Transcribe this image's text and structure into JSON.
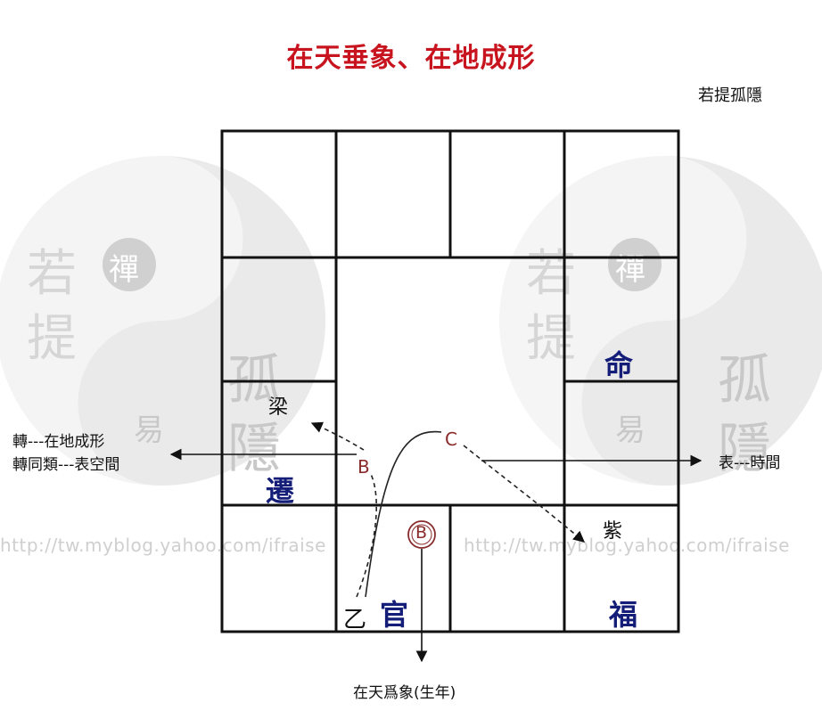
{
  "title": "在天垂象、在地成形",
  "author": "若提孤隱",
  "watermark": {
    "chars_left": [
      "若",
      "提"
    ],
    "chars_right": [
      "若",
      "提"
    ],
    "seal": "禪",
    "big_left": [
      "孤",
      "隱"
    ],
    "big_right": [
      "孤",
      "隱"
    ],
    "small": "易",
    "url_left": "http://tw.myblog.yahoo.com/ifraise",
    "url_right": "http://tw.myblog.yahoo.com/ifraise"
  },
  "palaces": {
    "ming": "命",
    "qian": "遷",
    "guan": "官",
    "fu": "福"
  },
  "stars": {
    "liang": "梁",
    "zi": "紫",
    "yi": "乙"
  },
  "nodes": {
    "b_small": "B",
    "c_small": "C",
    "b_circle": "B"
  },
  "notes": {
    "left_line1": "轉---在地成形",
    "left_line2": "轉同類---表空間",
    "right": "表---時間",
    "bottom": "在天爲象(生年)"
  },
  "colors": {
    "title": "#c8141e",
    "palace": "#141e78",
    "node": "#8a2b2b",
    "grid": "#111111"
  }
}
